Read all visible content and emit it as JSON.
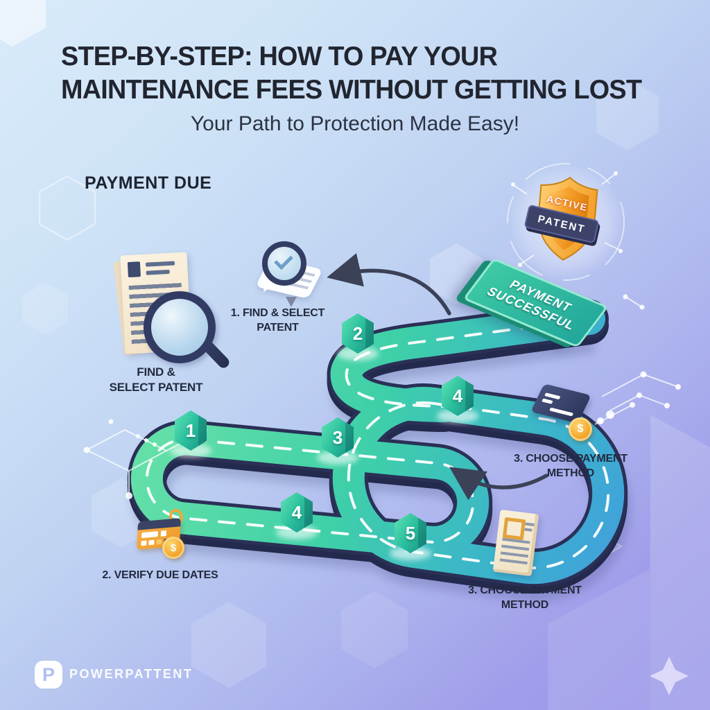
{
  "header": {
    "title_line1": "STEP-BY-STEP: HOW TO PAY YOUR",
    "title_line2": "MAINTENANCE FEES WITHOUT GETTING LOST",
    "subtitle": "Your Path to Protection Made Easy!"
  },
  "status": {
    "payment_due": "PAYMENT DUE"
  },
  "steps": {
    "find_select_caption": {
      "line1": "FIND &",
      "line2": "SELECT PATENT"
    },
    "step1": {
      "line1": "1. FIND & SELECT",
      "line2": "PATENT"
    },
    "step2": "2. VERIFY DUE DATES",
    "step3_right": {
      "line1": "3. CHOOSE PAYMENT",
      "line2": "METHOD"
    },
    "step3_bottom": {
      "line1": "3. CHOOSE PAYMENT",
      "line2": "METHOD"
    }
  },
  "markers": [
    "1",
    "2",
    "3",
    "4",
    "4",
    "5"
  ],
  "sign": {
    "line1": "PAYMENT",
    "line2": "SUCCESSFUL"
  },
  "badge": {
    "top": "ACTIVE",
    "bottom": "PATENT"
  },
  "coin": {
    "symbol": "$"
  },
  "footer": {
    "brand": "POWERPATTENT",
    "logo_letter": "P"
  },
  "icons": [
    "document-magnifier",
    "search-check-bubble",
    "credit-card-coin",
    "calendar-coin",
    "payment-document",
    "shield-active-patent",
    "sparkle"
  ],
  "colors": {
    "background_top": "#d9ebfa",
    "background_bottom": "#9b96e9",
    "road_green": "#5fdfa8",
    "road_blue": "#41a0dc",
    "road_edge_navy": "#2a3056",
    "marker_teal": "#2cc09e",
    "sign_green": "#2fbd9d",
    "shield_gold": "#f2a32c",
    "badge_navy": "#3d4268",
    "coin_gold": "#f1a42c",
    "arrow_dark": "#3b4156",
    "text_dark": "#232a3e"
  }
}
